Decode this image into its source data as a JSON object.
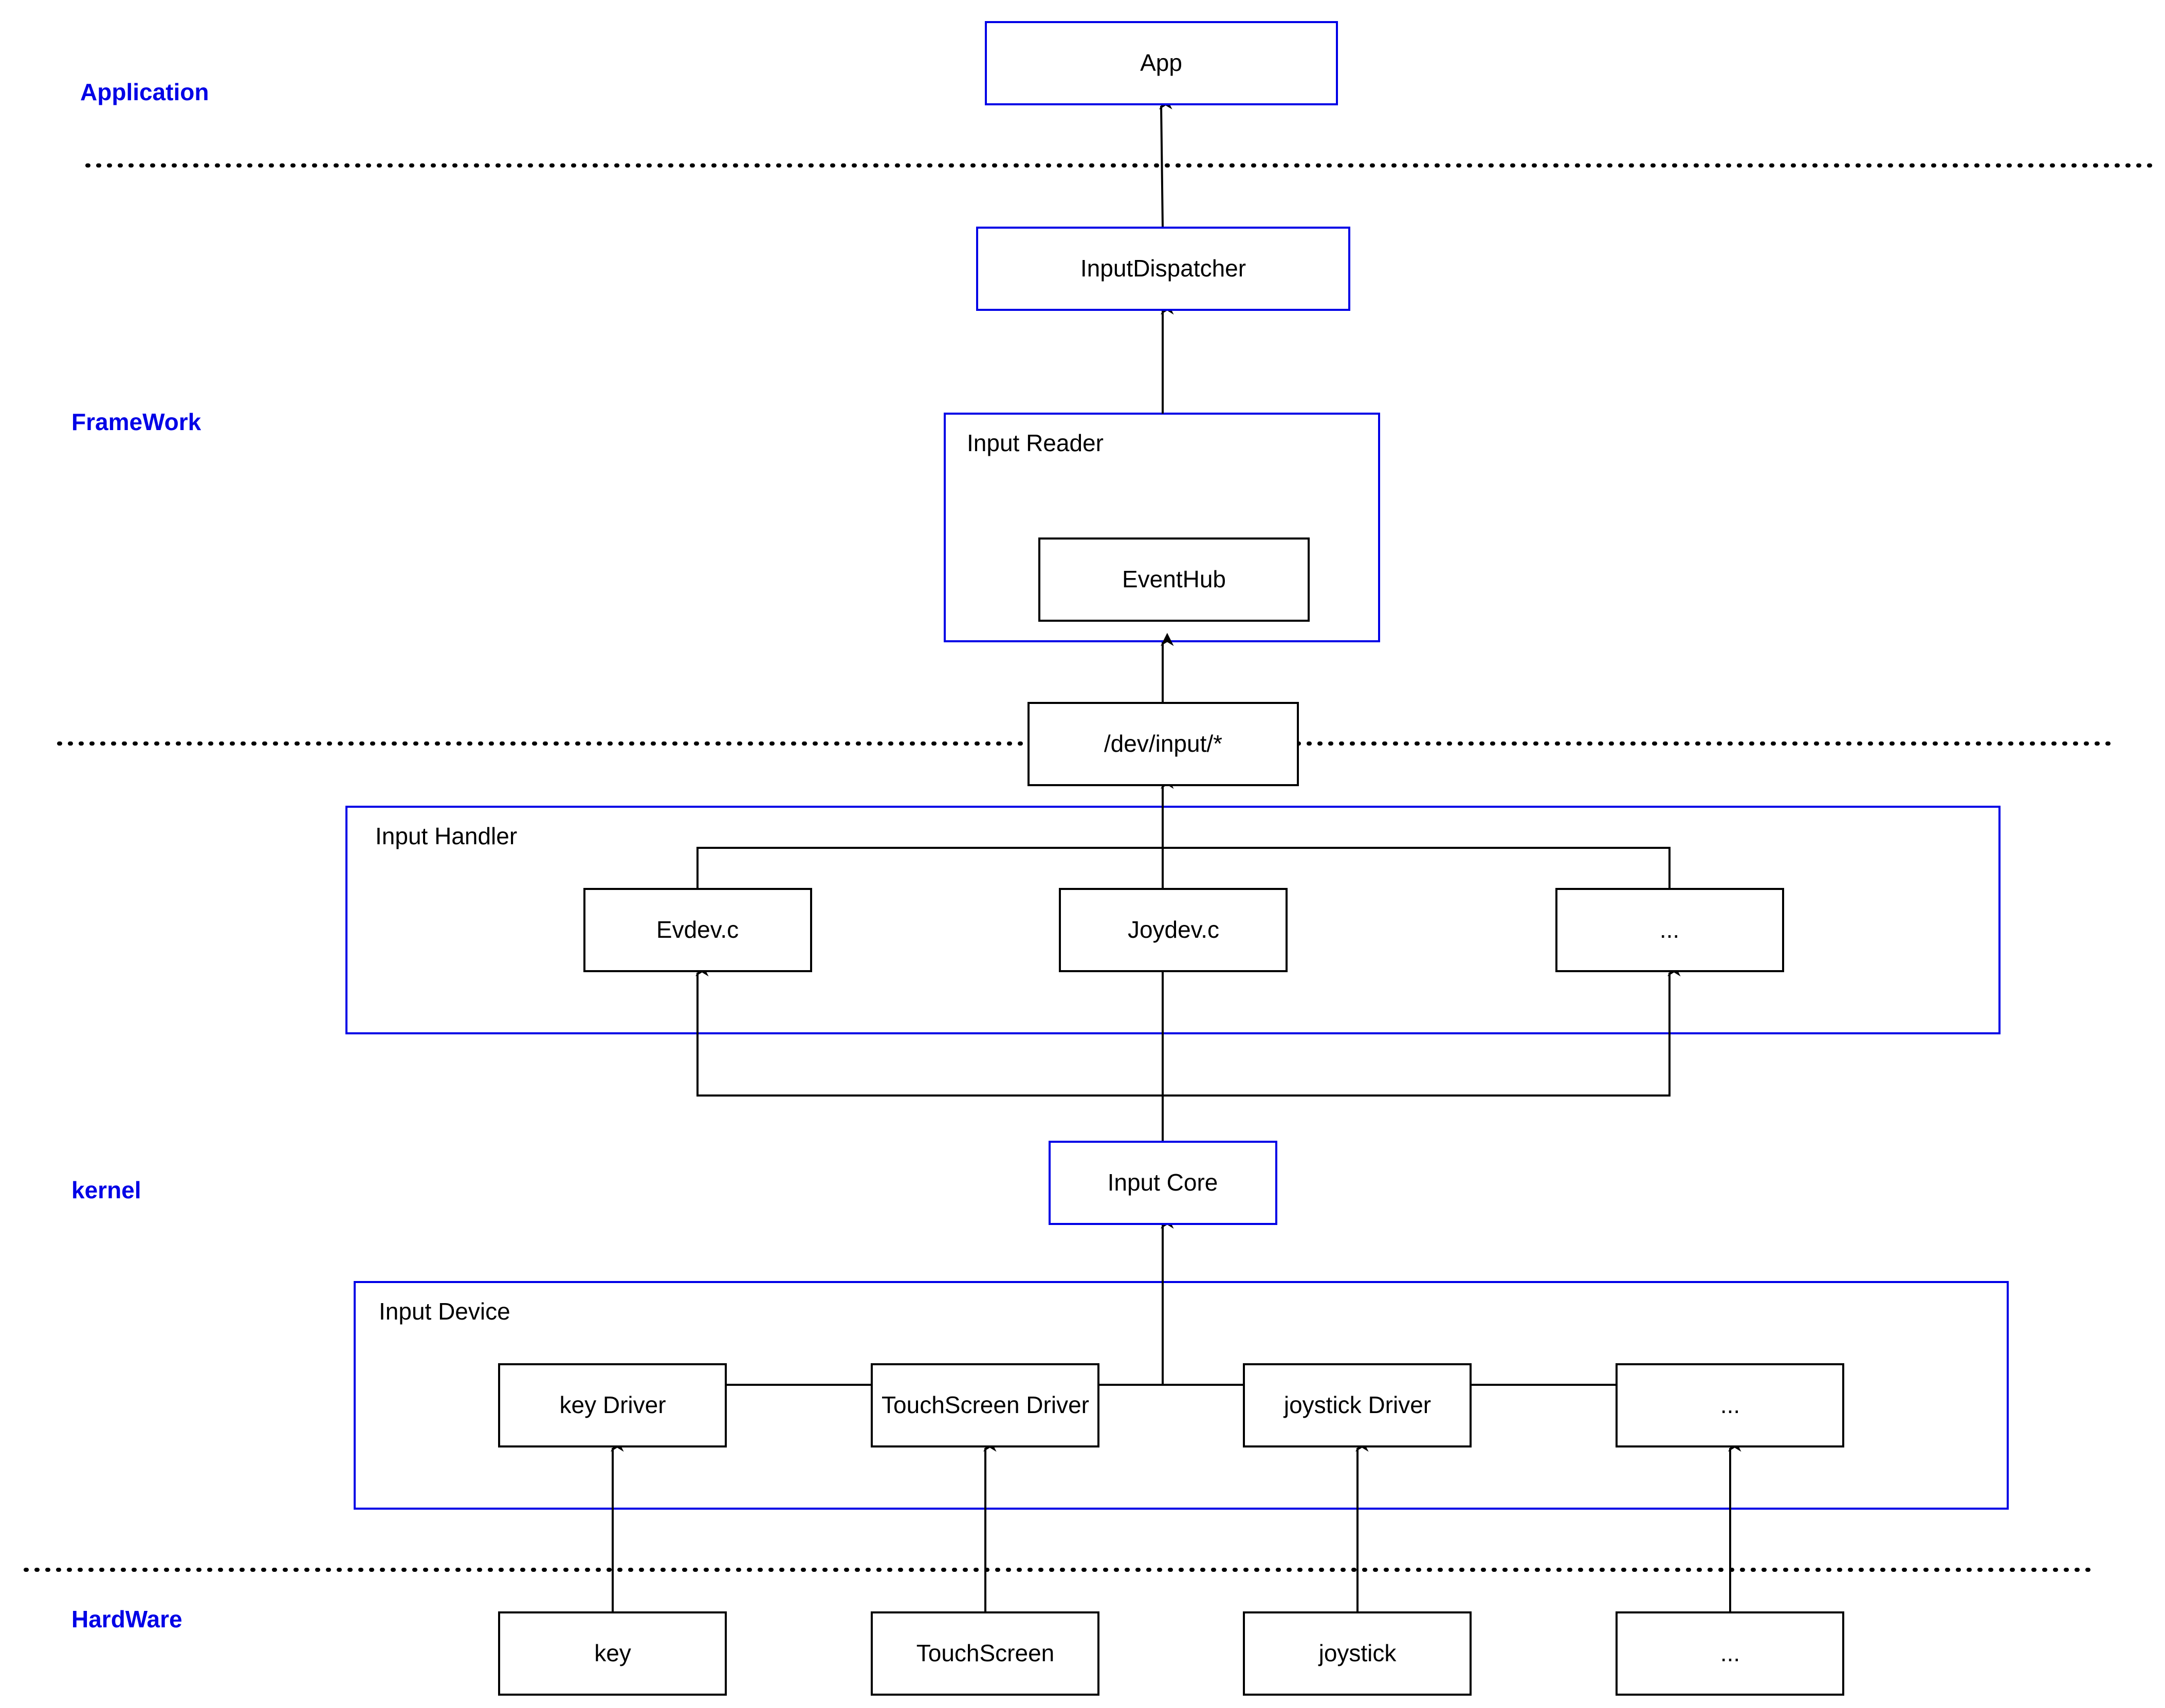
{
  "layers": {
    "application": "Application",
    "framework": "FrameWork",
    "kernel": "kernel",
    "hardware": "HardWare"
  },
  "nodes": {
    "app": "App",
    "input_dispatcher": "InputDispatcher",
    "input_reader": "Input Reader",
    "event_hub": "EventHub",
    "dev_input": "/dev/input/*",
    "input_handler": "Input Handler",
    "evdev": "Evdev.c",
    "joydev": "Joydev.c",
    "handler_more": "...",
    "input_core": "Input Core",
    "input_device": "Input Device",
    "key_driver": "key Driver",
    "touchscreen_driver": "TouchScreen Driver",
    "joystick_driver": "joystick Driver",
    "driver_more": "...",
    "key": "key",
    "touchscreen": "TouchScreen",
    "joystick": "joystick",
    "hardware_more": "..."
  },
  "colors": {
    "layer_label": "#0000e6",
    "container_border": "#0000e6",
    "node_border": "#000000",
    "edge": "#000000"
  }
}
